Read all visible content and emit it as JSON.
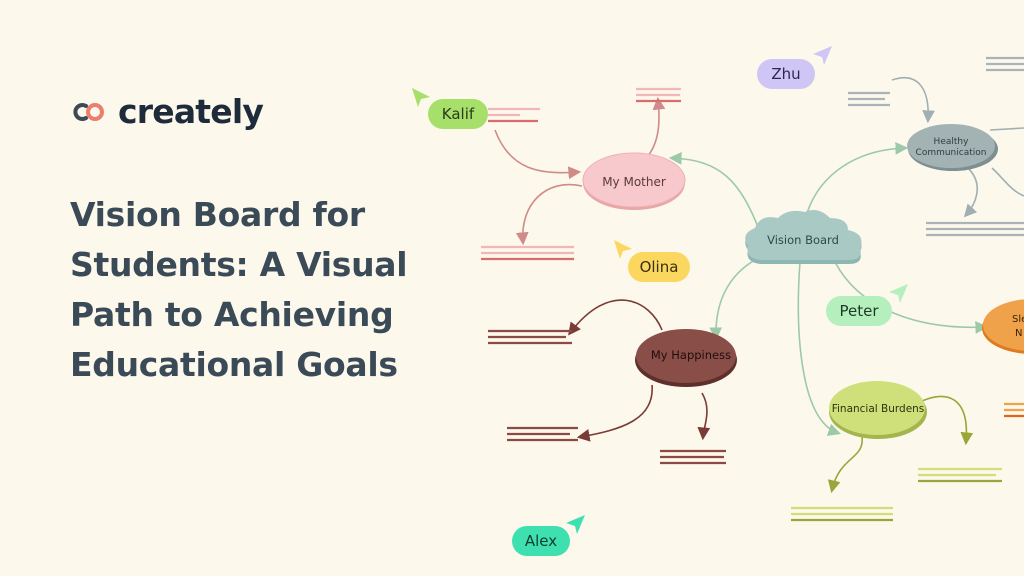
{
  "brand": {
    "name": "creately"
  },
  "headline": {
    "lines": [
      "Vision Board for",
      "Students: A Visual",
      "Path to Achieving",
      "Educational Goals"
    ]
  },
  "mindmap": {
    "center": "Vision Board",
    "nodes": {
      "mother": "My Mother",
      "happiness": "My Happiness",
      "healthy_line1": "Healthy",
      "healthy_line2": "Communication",
      "financial": "Financial Burdens",
      "sleep_line1": "Sle",
      "sleep_line2": "N"
    },
    "collaborators": [
      "Kalif",
      "Olina",
      "Zhu",
      "Peter",
      "Alex"
    ]
  },
  "colors": {
    "background": "#fdf8ec",
    "headline": "#3a4b57",
    "brand_text": "#1e2b3a",
    "mother": "#f7c9cc",
    "happiness": "#8a4e48",
    "healthy": "#a3b3b3",
    "financial": "#cfe07a",
    "center_cloud": "#a9c9c4",
    "sleep": "#f0a24a",
    "kalif": "#a6e06a",
    "olina": "#fbd760",
    "zhu": "#cfc6f5",
    "peter": "#b5efbd",
    "alex": "#3fe0b0"
  }
}
